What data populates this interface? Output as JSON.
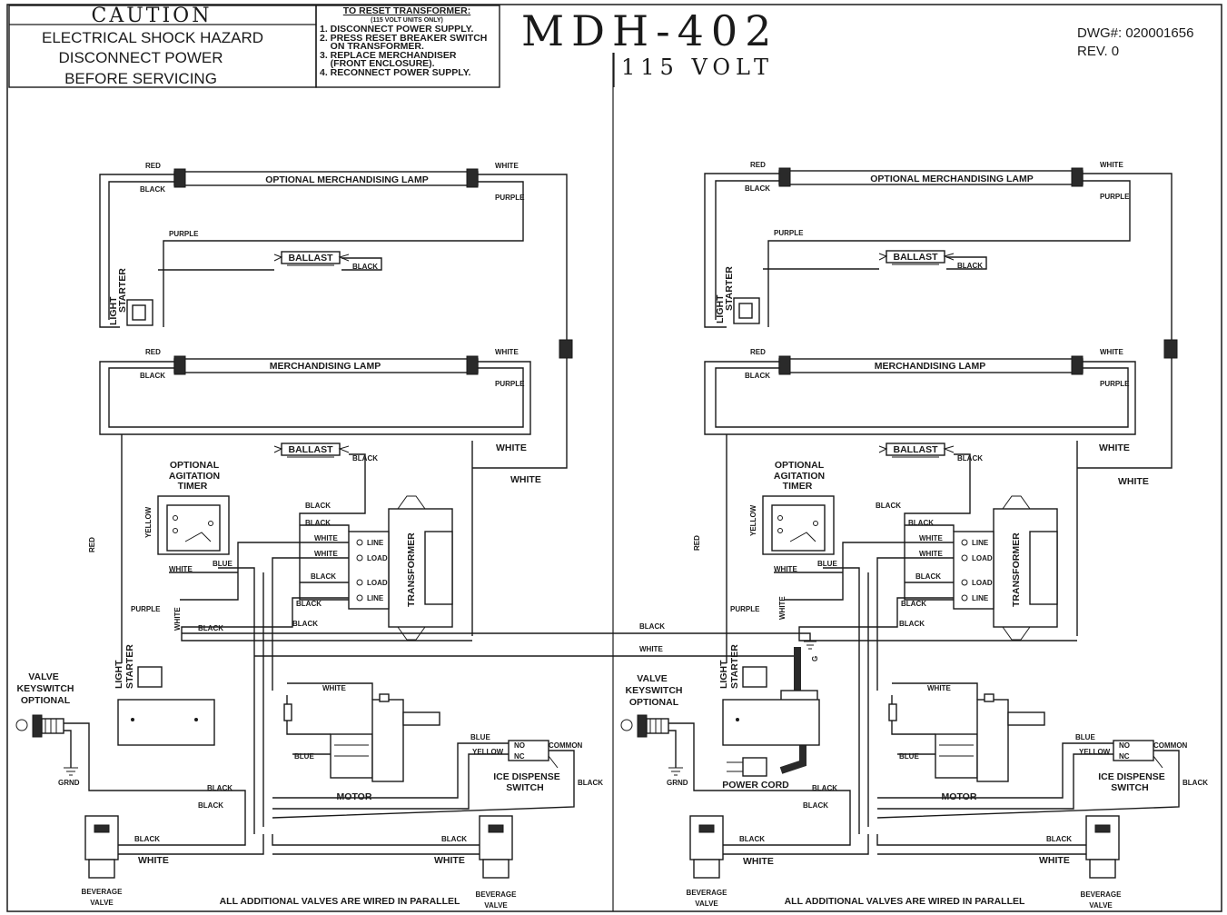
{
  "header": {
    "caution_title": "CAUTION",
    "caution_lines": [
      "ELECTRICAL SHOCK HAZARD",
      "DISCONNECT POWER",
      "BEFORE SERVICING"
    ],
    "reset_title": "TO RESET TRANSFORMER:",
    "reset_subtitle": "(115 VOLT UNITS ONLY)",
    "reset_steps": [
      "1. DISCONNECT POWER SUPPLY.",
      "2. PRESS RESET BREAKER SWITCH",
      "    ON TRANSFORMER.",
      "3. REPLACE MERCHANDISER",
      "    (FRONT ENCLOSURE).",
      "4. RECONNECT POWER SUPPLY."
    ],
    "model": "MDH-402",
    "voltage": "115 VOLT",
    "dwg": "DWG#:  020001656",
    "rev": "REV.  0"
  },
  "labels": {
    "optional_lamp": "OPTIONAL MERCHANDISING LAMP",
    "lamp": "MERCHANDISING LAMP",
    "ballast": "BALLAST",
    "light_starter": [
      "LIGHT",
      "STARTER"
    ],
    "timer": [
      "OPTIONAL",
      "AGITATION",
      "TIMER"
    ],
    "transformer": "TRANSFORMER",
    "line": "LINE",
    "load": "LOAD",
    "motor": "MOTOR",
    "ice_switch": [
      "ICE DISPENSE",
      "SWITCH"
    ],
    "no": "NO",
    "nc": "NC",
    "common": "COMMON",
    "keyswitch": [
      "VALVE",
      "KEYSWITCH",
      "OPTIONAL"
    ],
    "grnd": "GRND",
    "bev_valve": [
      "BEVERAGE",
      "VALVE"
    ],
    "parallel": "ALL ADDITIONAL VALVES ARE WIRED IN PARALLEL",
    "power_cord": "POWER CORD",
    "g": "G"
  },
  "wire_colors": {
    "red": "RED",
    "black": "BLACK",
    "white": "WHITE",
    "purple": "PURPLE",
    "yellow": "YELLOW",
    "blue": "BLUE"
  }
}
